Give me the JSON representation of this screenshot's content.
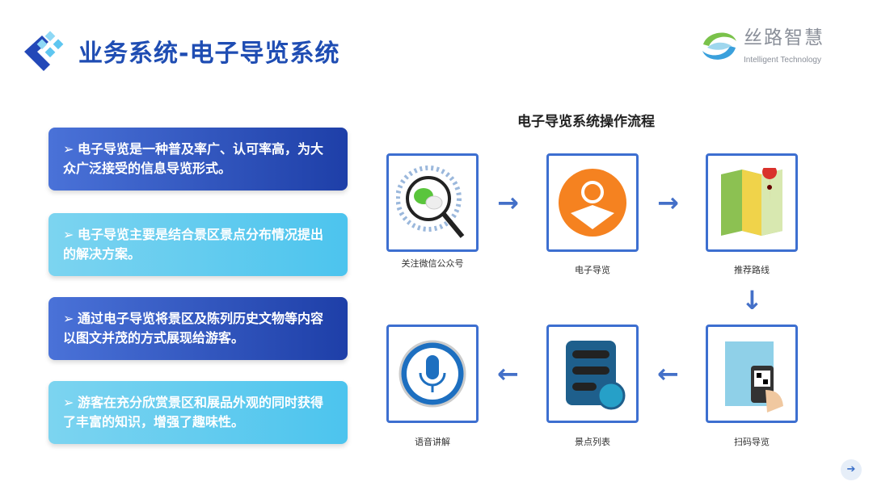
{
  "header": {
    "title": "业务系统-电子导览系统",
    "brand_cn": "丝路智慧",
    "brand_en": "Intelligent Technology"
  },
  "points": [
    {
      "arrow": "➢",
      "text": "电子导览是一种普及率广、认可率高，为大众广泛接受的信息导览形式。"
    },
    {
      "arrow": "➢",
      "text": "电子导览主要是结合景区景点分布情况提出的解决方案。"
    },
    {
      "arrow": "➢",
      "text": "通过电子导览将景区及陈列历史文物等内容以图文并茂的方式展现给游客。"
    },
    {
      "arrow": "➢",
      "text": "游客在充分欣赏景区和展品外观的同时获得了丰富的知识，增强了趣味性。"
    }
  ],
  "flow": {
    "title": "电子导览系统操作流程",
    "steps": [
      "关注微信公众号",
      "电子导览",
      "推荐路线",
      "扫码导览",
      "景点列表",
      "语音讲解"
    ],
    "arrow_right": "→",
    "arrow_down": "↓",
    "arrow_left": "←"
  },
  "nav": {
    "next": "➔"
  }
}
